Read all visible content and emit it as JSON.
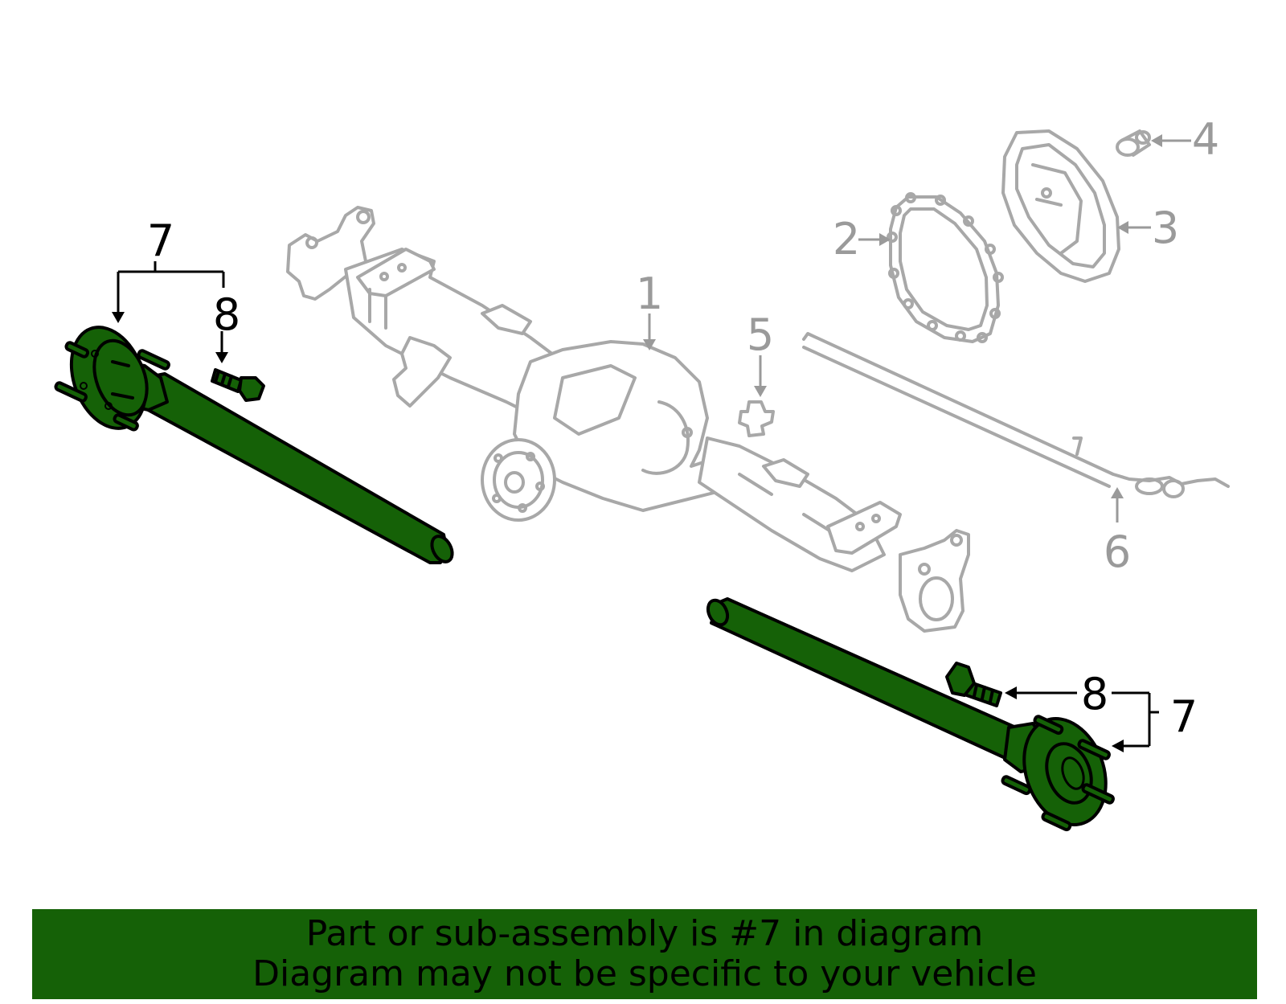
{
  "callouts": [
    {
      "id": "1",
      "label": "1",
      "tone": "gray"
    },
    {
      "id": "2",
      "label": "2",
      "tone": "gray"
    },
    {
      "id": "3",
      "label": "3",
      "tone": "gray"
    },
    {
      "id": "4",
      "label": "4",
      "tone": "gray"
    },
    {
      "id": "5",
      "label": "5",
      "tone": "gray"
    },
    {
      "id": "6",
      "label": "6",
      "tone": "gray"
    },
    {
      "id": "7a",
      "label": "7",
      "tone": "black"
    },
    {
      "id": "8a",
      "label": "8",
      "tone": "black"
    },
    {
      "id": "8b",
      "label": "8",
      "tone": "black"
    },
    {
      "id": "7b",
      "label": "7",
      "tone": "black"
    }
  ],
  "highlight_color": "#156107",
  "ghost_color": "#a8a8a8",
  "banner": {
    "line1": "Part or sub-assembly is #7 in diagram",
    "line2": "Diagram may not be specific to your vehicle"
  }
}
